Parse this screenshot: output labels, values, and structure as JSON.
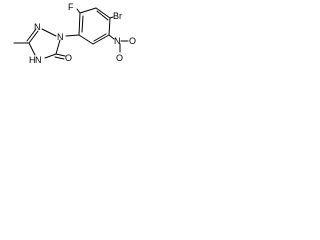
{
  "molecule": {
    "atoms": {
      "fluorine": "F",
      "bromine": "Br",
      "nitro_n": "N",
      "nitro_o1": "O",
      "nitro_o2": "O",
      "triazole_n1": "N",
      "triazole_n2": "N",
      "triazole_n4": "N",
      "triazole_h": "H",
      "carbonyl_o": "O"
    }
  }
}
